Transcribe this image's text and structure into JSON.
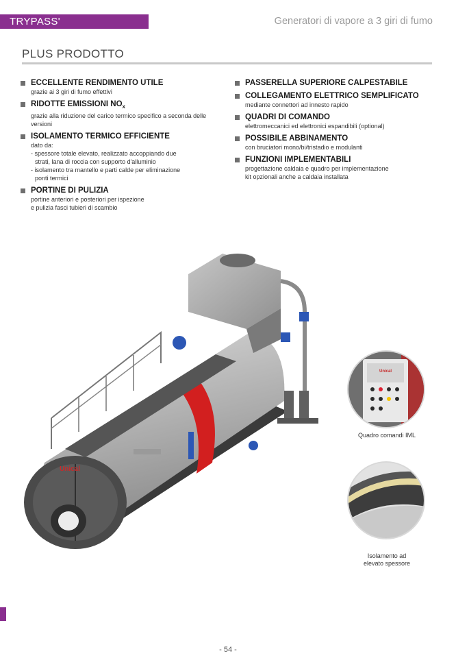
{
  "header": {
    "brand": "TRYPASS'",
    "subtitle": "Generatori di vapore a 3 giri di fumo",
    "brand_color": "#8a2f8f"
  },
  "section": {
    "title": "PLUS PRODOTTO"
  },
  "left_items": [
    {
      "title": "ECCELLENTE RENDIMENTO UTILE",
      "desc": "grazie ai 3 giri di fumo effettivi"
    },
    {
      "title": "RIDOTTE EMISSIONI NO",
      "title_sub": "x",
      "desc": "grazie alla riduzione del carico termico specifico a seconda delle versioni"
    },
    {
      "title": "ISOLAMENTO TERMICO EFFICIENTE",
      "desc": "dato da:",
      "desc_lines": [
        "- spessore totale elevato, realizzato accoppiando due",
        "strati, lana di roccia con supporto d'alluminio",
        "- isolamento tra mantello e parti calde per eliminazione",
        "ponti termici"
      ]
    },
    {
      "title": "PORTINE DI PULIZIA",
      "desc": "portine anteriori e posteriori per ispezione",
      "desc2": "e pulizia fasci tubieri di scambio"
    }
  ],
  "right_items": [
    {
      "title": "PASSERELLA SUPERIORE CALPESTABILE",
      "desc": ""
    },
    {
      "title": "COLLEGAMENTO ELETTRICO SEMPLIFICATO",
      "desc": "mediante connettori ad innesto rapido"
    },
    {
      "title": "QUADRI DI COMANDO",
      "desc": "elettromeccanici ed elettronici espandibili (optional)"
    },
    {
      "title": "POSSIBILE ABBINAMENTO",
      "desc": "con bruciatori mono/bi/tristadio e modulanti"
    },
    {
      "title": "FUNZIONI IMPLEMENTABILI",
      "desc": "progettazione caldaia e quadro per implementazione",
      "desc2": "kit opzionali anche a caldaia installata"
    }
  ],
  "boiler": {
    "logo": "Unical"
  },
  "insets": {
    "panel_caption": "Quadro comandi IML",
    "panel_logo": "Unical",
    "insulation_caption_1": "Isolamento ad",
    "insulation_caption_2": "elevato spessore"
  },
  "footer": {
    "page_number": "- 54 -"
  }
}
